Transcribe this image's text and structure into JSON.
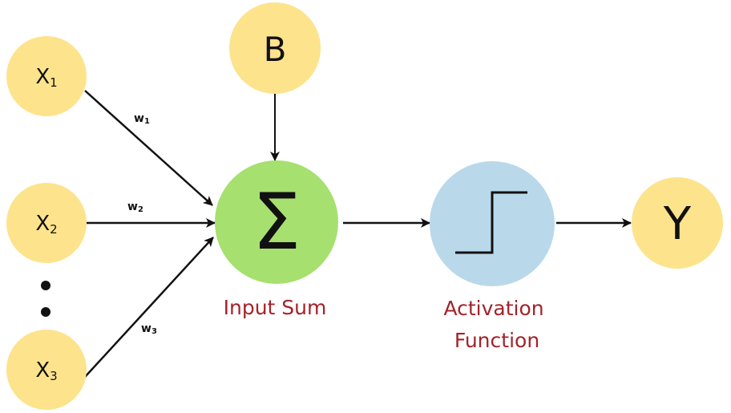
{
  "inputs": [
    {
      "label": "X",
      "sub": "1"
    },
    {
      "label": "X",
      "sub": "2"
    },
    {
      "label": "X",
      "sub": "3"
    }
  ],
  "bias": {
    "label": "B"
  },
  "weights": [
    {
      "label": "w",
      "sub": "1"
    },
    {
      "label": "w",
      "sub": "2"
    },
    {
      "label": "w",
      "sub": "3"
    }
  ],
  "sum": {
    "symbol": "Σ",
    "caption": "Input Sum"
  },
  "activation": {
    "caption_line1": "Activation",
    "caption_line2": "Function"
  },
  "output": {
    "label": "Y"
  },
  "colors": {
    "input_fill": "#fde38c",
    "sum_fill": "#a6e06f",
    "activation_fill": "#b9d9ea",
    "caption": "#a3232a",
    "line": "#111111"
  }
}
